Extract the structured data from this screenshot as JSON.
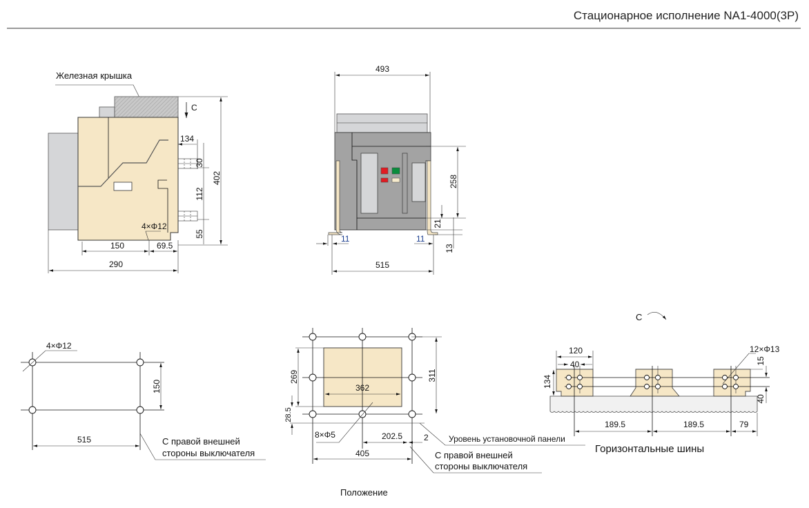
{
  "title": "Стационарное исполнение NA1-4000(3P)",
  "colors": {
    "body": "#f6e7c6",
    "housing": "#a3a3a3",
    "light_gray": "#d5d6d8",
    "red": "#e11b22",
    "green": "#0a8c3c",
    "cream": "#f6ebcd"
  },
  "side_view": {
    "cover_label": "Железная крышка",
    "arrow_label": "C",
    "dims": {
      "d134": "134",
      "d30": "30",
      "d112": "112",
      "d55": "55",
      "d402": "402",
      "d150": "150",
      "d69_5": "69.5",
      "d290": "290",
      "holes": "4×Φ12"
    }
  },
  "front_view": {
    "dims": {
      "d493": "493",
      "d258": "258",
      "d21": "21",
      "d13": "13",
      "d11_left": "11",
      "d11_right": "11",
      "d515": "515"
    }
  },
  "mount_view": {
    "holes": "4×Φ12",
    "d150": "150",
    "d515": "515",
    "note_line1": "С правой внешней",
    "note_line2": "стороны выключателя"
  },
  "position_view": {
    "dims": {
      "d269": "269",
      "d311": "311",
      "d362": "362",
      "d28_5": "28.5",
      "holes": "8×Φ5",
      "d202_5": "202.5",
      "d2": "2",
      "d405": "405"
    },
    "level_label": "Уровень установочной панели",
    "note_line1": "С правой внешней",
    "note_line2": "стороны выключателя",
    "caption": "Положение"
  },
  "busbar_view": {
    "arrow_label": "C",
    "dims": {
      "d120": "120",
      "d40": "40",
      "d134": "134",
      "holes": "12×Φ13",
      "d15": "15",
      "d40_right": "40",
      "d189_5_a": "189.5",
      "d189_5_b": "189.5",
      "d79": "79"
    },
    "caption": "Горизонтальные шины"
  }
}
